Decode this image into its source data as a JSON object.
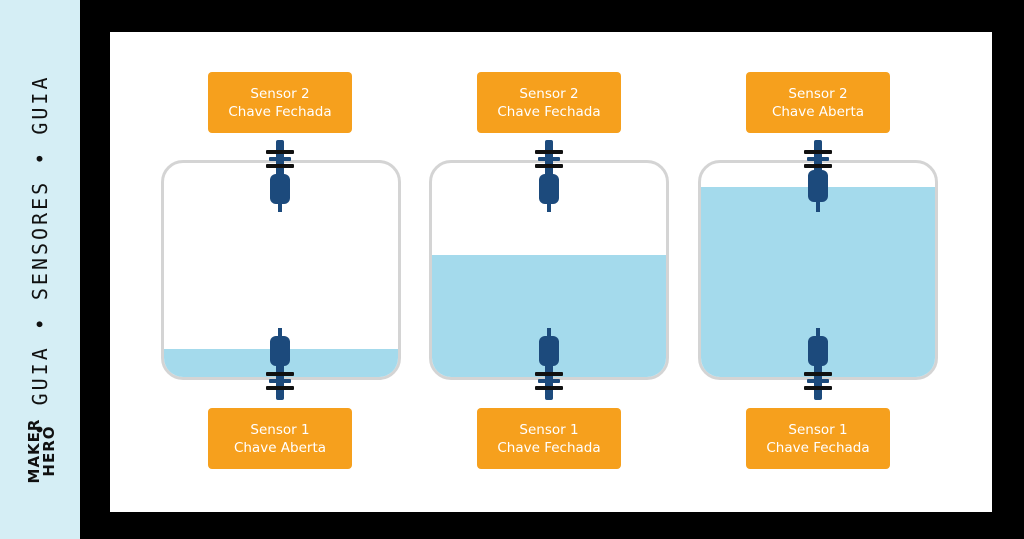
{
  "sidebar": {
    "vertical_text": "• GUIA • SENSORES • GUIA",
    "logo_line1": "MAKER",
    "logo_line2": "HERO"
  },
  "colors": {
    "label_bg": "#f6a01d",
    "water": "#a4daec",
    "sensor": "#1c4a7c",
    "tank_border": "#d4d4d4"
  },
  "tanks": [
    {
      "water_level": 0.13,
      "top_sensor": {
        "line1": "Sensor 2",
        "line2": "Chave Fechada"
      },
      "bottom_sensor": {
        "line1": "Sensor 1",
        "line2": "Chave Aberta"
      }
    },
    {
      "water_level": 0.57,
      "top_sensor": {
        "line1": "Sensor 2",
        "line2": "Chave Fechada"
      },
      "bottom_sensor": {
        "line1": "Sensor 1",
        "line2": "Chave Fechada"
      }
    },
    {
      "water_level": 0.89,
      "top_sensor": {
        "line1": "Sensor 2",
        "line2": "Chave Aberta"
      },
      "bottom_sensor": {
        "line1": "Sensor 1",
        "line2": "Chave Fechada"
      }
    }
  ]
}
